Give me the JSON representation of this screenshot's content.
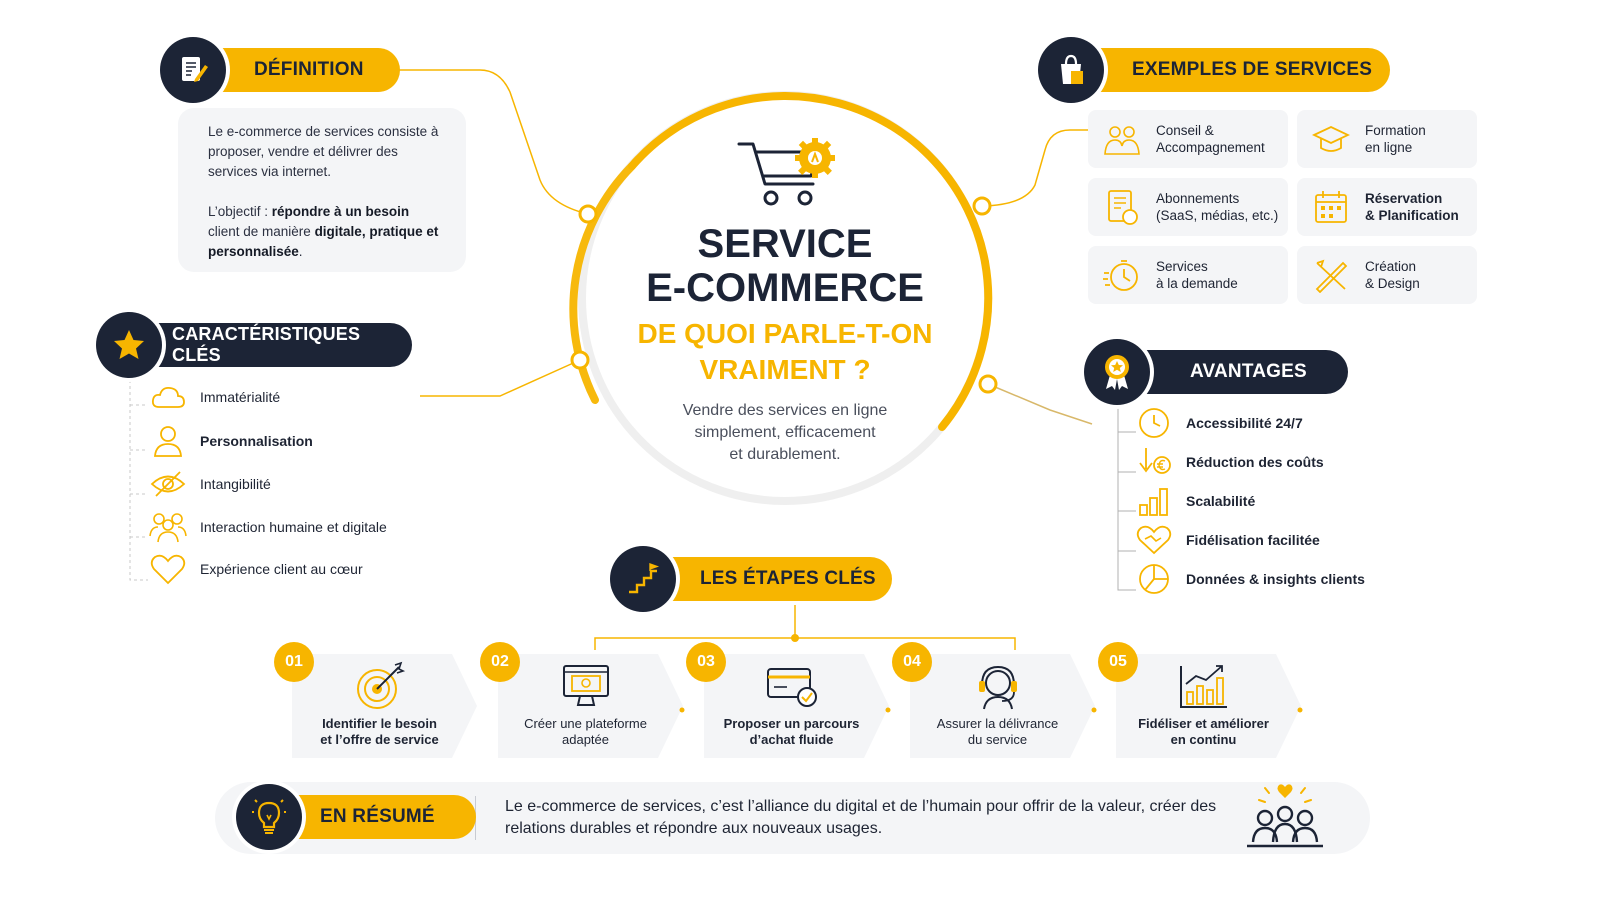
{
  "center": {
    "title_line1": "SERVICE",
    "title_line2": "E-COMMERCE",
    "subtitle_line1": "DE QUOI PARLE-T-ON",
    "subtitle_line2": "VRAIMENT ?",
    "tagline_line1": "Vendre des services en ligne",
    "tagline_line2": "simplement, efficacement",
    "tagline_line3": "et durablement."
  },
  "definition": {
    "title": "DÉFINITION",
    "p1": "Le e-commerce de services consiste à proposer, vendre et délivrer des services via internet.",
    "p2_prefix": "L’objectif : ",
    "p2_bold1": "répondre à un besoin",
    "p2_mid": " client de manière ",
    "p2_bold2": "digitale, pratique et personnalisée",
    "p2_end": "."
  },
  "characteristics": {
    "title": "CARACTÉRISTIQUES CLÉS",
    "items": [
      {
        "label": "Immatérialité",
        "icon": "cloud-icon"
      },
      {
        "label": "Personnalisation",
        "icon": "user-icon"
      },
      {
        "label": "Intangibilité",
        "icon": "eye-off-icon"
      },
      {
        "label": "Interaction humaine et digitale",
        "icon": "people-icon"
      },
      {
        "label": "Expérience client au cœur",
        "icon": "heart-icon"
      }
    ]
  },
  "services": {
    "title": "EXEMPLES DE SERVICES",
    "items": [
      {
        "label": "Conseil &\nAccompagnement",
        "icon": "advice-icon"
      },
      {
        "label": "Formation\nen ligne",
        "icon": "graduation-cap-icon"
      },
      {
        "label": "Abonnements\n(SaaS, médias, etc.)",
        "icon": "subscription-icon"
      },
      {
        "label": "Réservation\n& Planification",
        "icon": "calendar-icon"
      },
      {
        "label": "Services\nà la demande",
        "icon": "on-demand-icon"
      },
      {
        "label": "Création\n& Design",
        "icon": "design-tools-icon"
      }
    ]
  },
  "advantages": {
    "title": "AVANTAGES",
    "items": [
      {
        "label": "Accessibilité 24/7",
        "icon": "clock-icon"
      },
      {
        "label": "Réduction des coûts",
        "icon": "cost-down-icon"
      },
      {
        "label": "Scalabilité",
        "icon": "bar-chart-icon"
      },
      {
        "label": "Fidélisation facilitée",
        "icon": "handshake-heart-icon"
      },
      {
        "label": "Données & insights clients",
        "icon": "pie-chart-icon"
      }
    ]
  },
  "steps": {
    "title": "LES ÉTAPES CLÉS",
    "items": [
      {
        "num": "01",
        "label": "Identifier le besoin\net l’offre de service",
        "icon": "target-icon"
      },
      {
        "num": "02",
        "label": "Créer une plateforme\nadaptée",
        "icon": "monitor-icon"
      },
      {
        "num": "03",
        "label": "Proposer un parcours\nd’achat fluide",
        "icon": "payment-card-icon"
      },
      {
        "num": "04",
        "label": "Assurer la délivrance\ndu service",
        "icon": "headset-icon"
      },
      {
        "num": "05",
        "label": "Fidéliser et améliorer\nen continu",
        "icon": "growth-chart-icon"
      }
    ]
  },
  "summary": {
    "title": "EN RÉSUMÉ",
    "text": "Le e-commerce de services, c’est l’alliance du digital et de l’humain pour offrir de la valeur, créer des relations durables et répondre aux nouveaux usages."
  },
  "colors": {
    "accent": "#f7b500",
    "navy": "#1c2436",
    "card": "#f4f5f7"
  }
}
